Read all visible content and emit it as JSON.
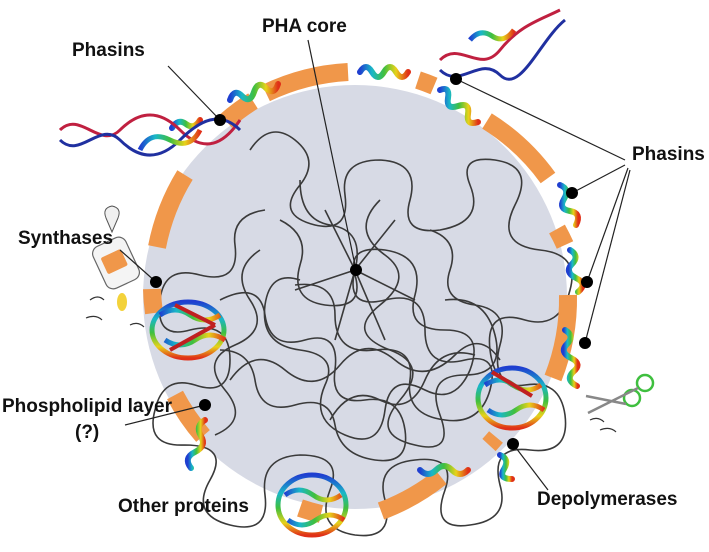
{
  "labels": {
    "pha_core": "PHA core",
    "phasins_left": "Phasins",
    "phasins_right": "Phasins",
    "synthases": "Synthases",
    "phospholipid_line1": "Phospholipid layer",
    "phospholipid_line2": "(?)",
    "other_proteins": "Other proteins",
    "depolymerases": "Depolymerases"
  },
  "colors": {
    "core_fill": "#d7dae5",
    "shell_segment": "#f0974a",
    "polymer_chain": "#3a3a3a",
    "leader_line": "#222222",
    "dot": "#000000",
    "text": "#111111"
  },
  "icons": [
    "glue-bottle-icon",
    "scissors-icon",
    "dna-helix-icon",
    "protein-ribbon-icon"
  ]
}
